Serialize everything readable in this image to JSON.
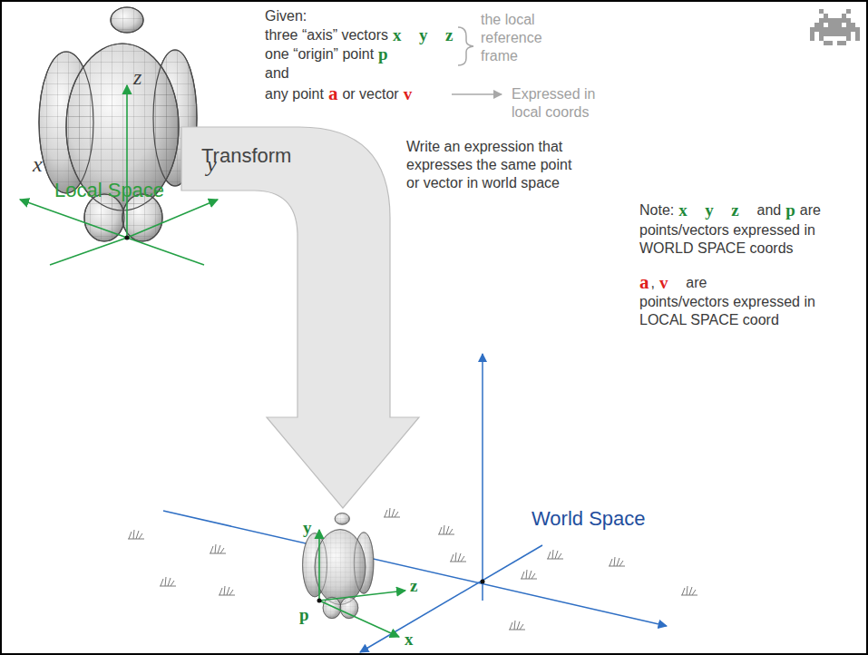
{
  "diagram": {
    "nodes": [
      {
        "text": [
          "Transform"
        ]
      }
    ],
    "labels": [
      "Given:",
      "three “axis” vectors",
      "x⃗ y⃗ z⃗",
      "one “origin” point",
      "p",
      "and",
      "any point",
      "a",
      "or vector",
      "v⃗",
      "the local reference frame",
      "Expressed in local coords",
      "Write an expression that expresses the same point or vector in world space",
      "Note:",
      "x⃗ y⃗ z⃗",
      "and",
      "p",
      "are",
      "points/vectors expressed in WORLD SPACE coords",
      "a",
      ",",
      "v⃗",
      "are",
      "points/vectors expressed in LOCAL SPACE coord",
      "z",
      "x",
      "y",
      "Local Space",
      "World Space",
      "y⃗",
      "z⃗",
      "p",
      "x⃗"
    ]
  }
}
